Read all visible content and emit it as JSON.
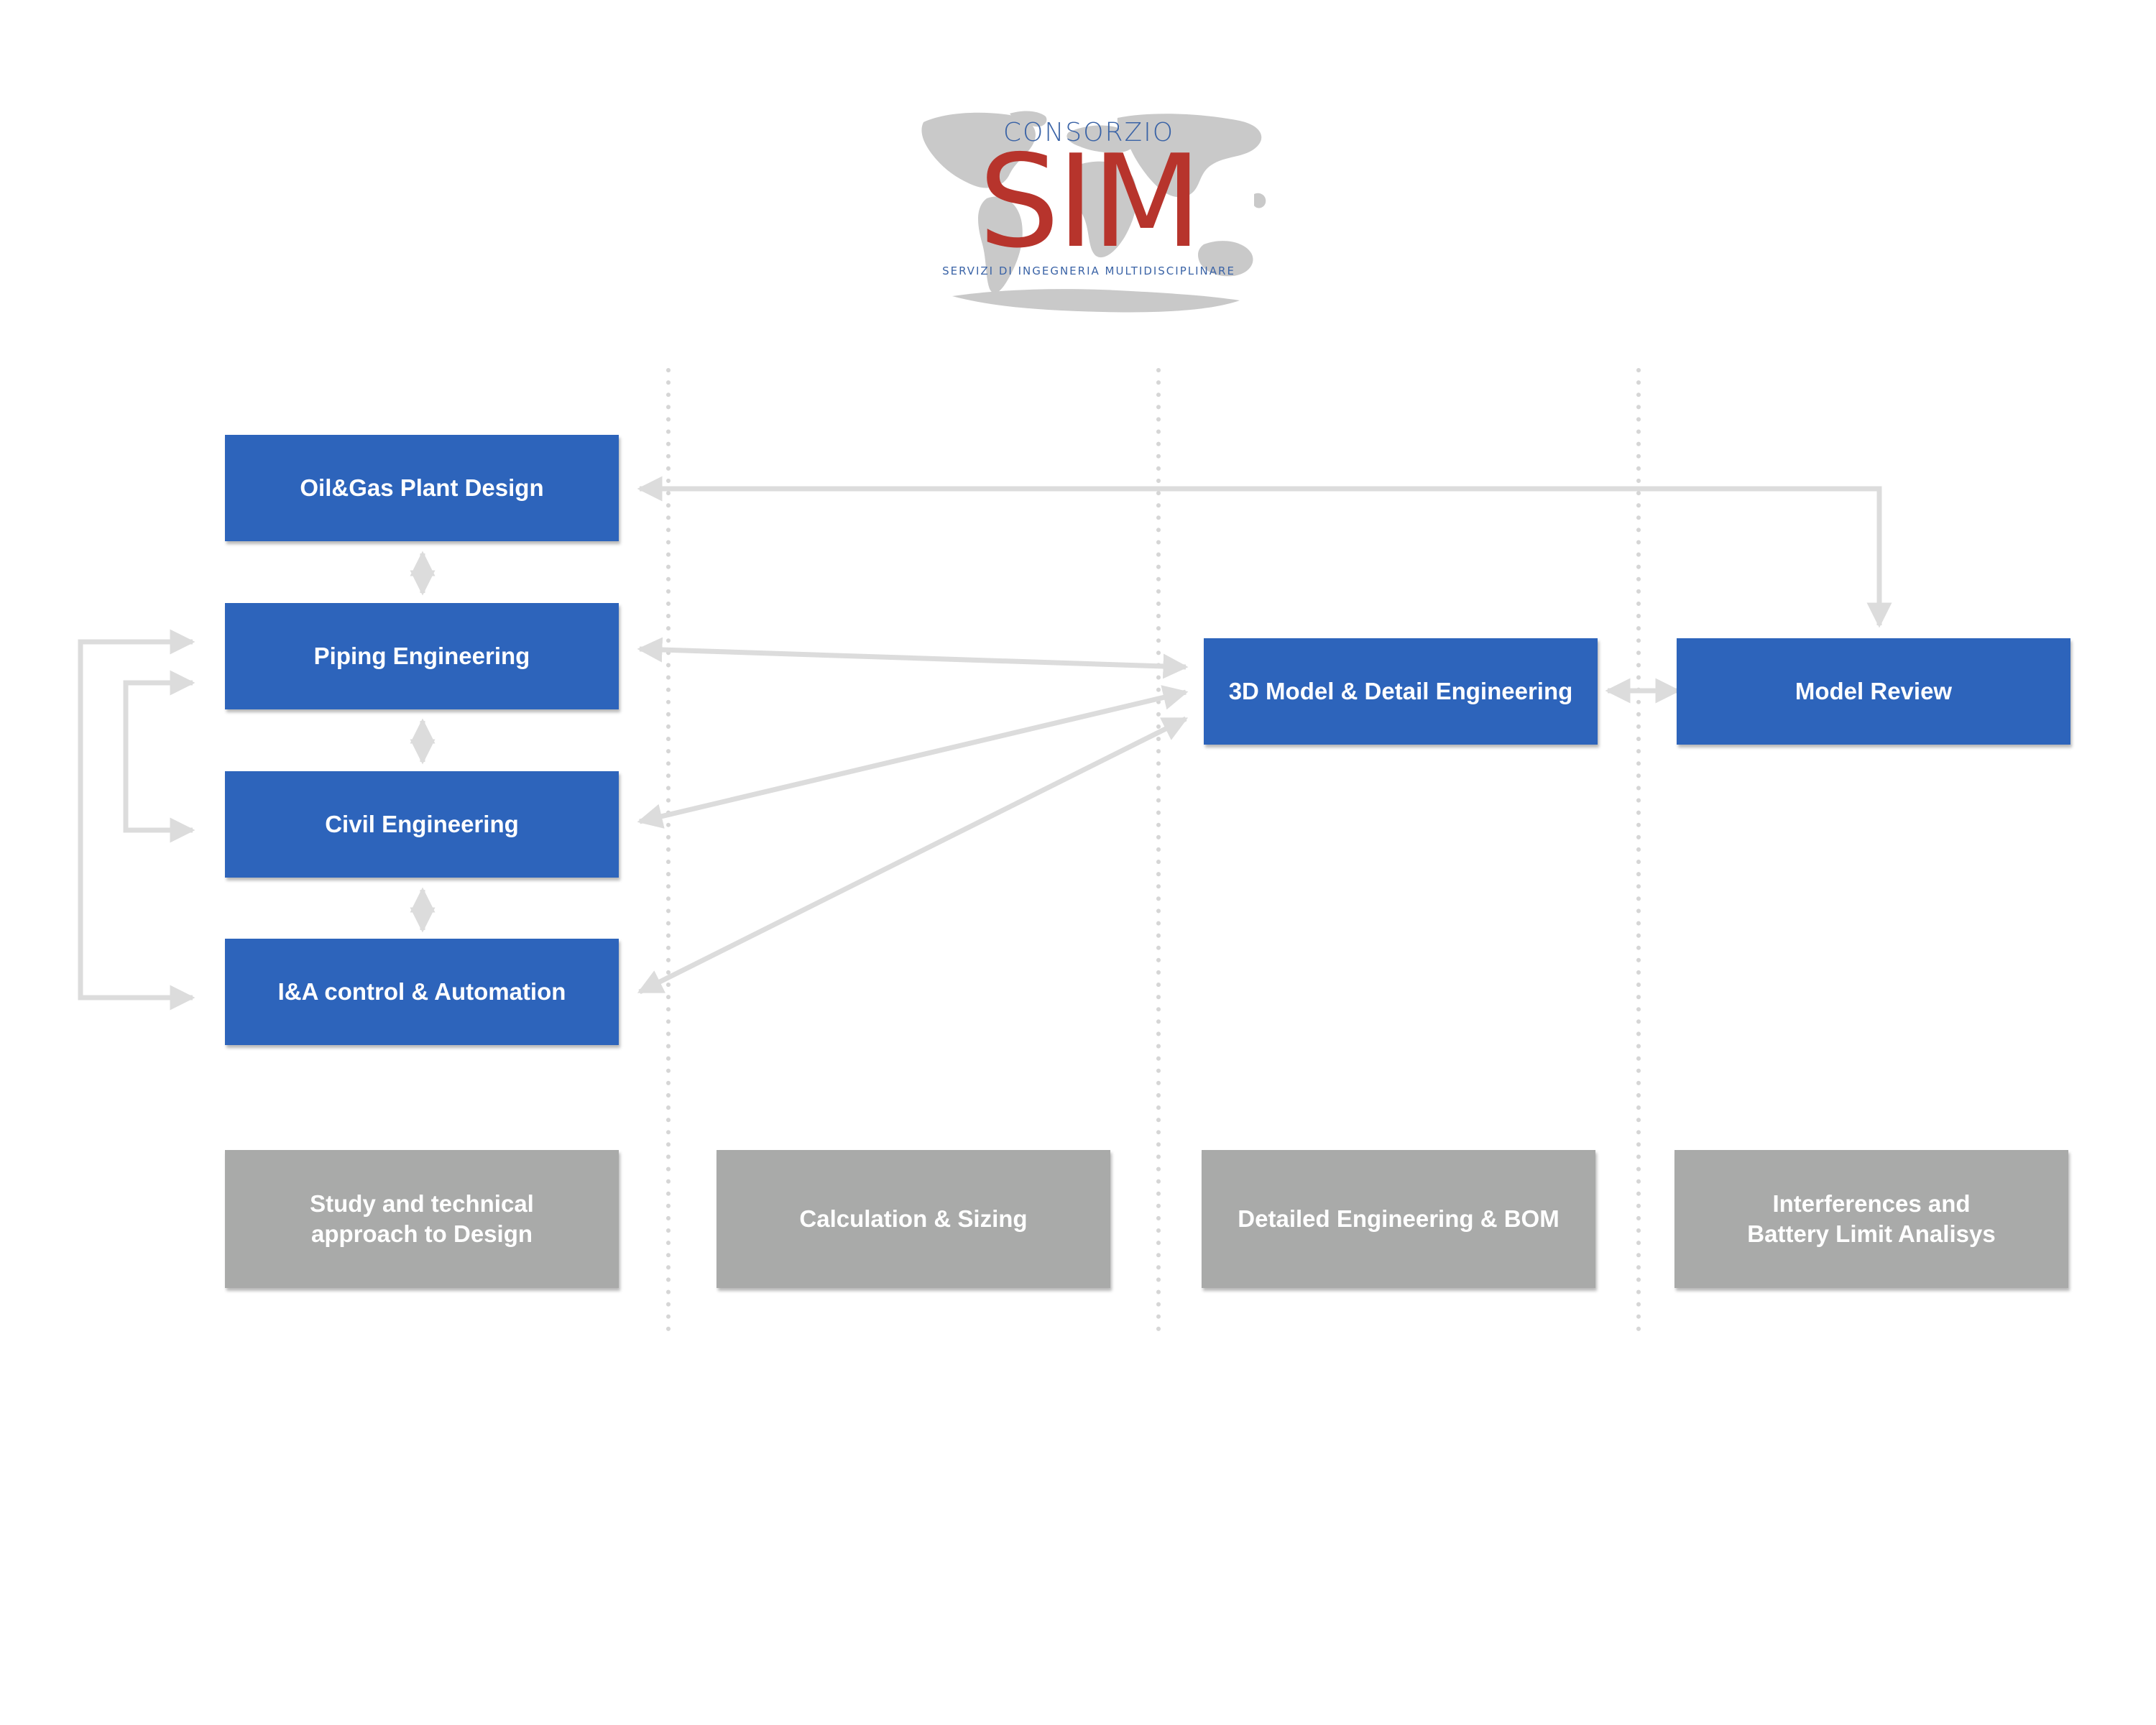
{
  "logo": {
    "top_text": "CONSORZIO",
    "main_text": "SIM",
    "subtitle": "SERVIZI DI INGEGNERIA MULTIDISCIPLINARE"
  },
  "nodes": {
    "oil_gas": "Oil&Gas Plant Design",
    "piping": "Piping Engineering",
    "civil": "Civil Engineering",
    "ia_control": "I&A control & Automation",
    "model_3d": "3D Model & Detail Engineering",
    "model_review": "Model Review"
  },
  "phases": {
    "study": "Study and technical\napproach to Design",
    "calculation": "Calculation & Sizing",
    "detailed": "Detailed Engineering & BOM",
    "interferences": "Interferences and\nBattery Limit Analisys"
  },
  "colors": {
    "primary_box": "#2d64bb",
    "phase_box": "#a9aaa9",
    "connector": "#dcdcdc",
    "logo_blue": "#3a63a6",
    "logo_red": "#b7342c"
  }
}
